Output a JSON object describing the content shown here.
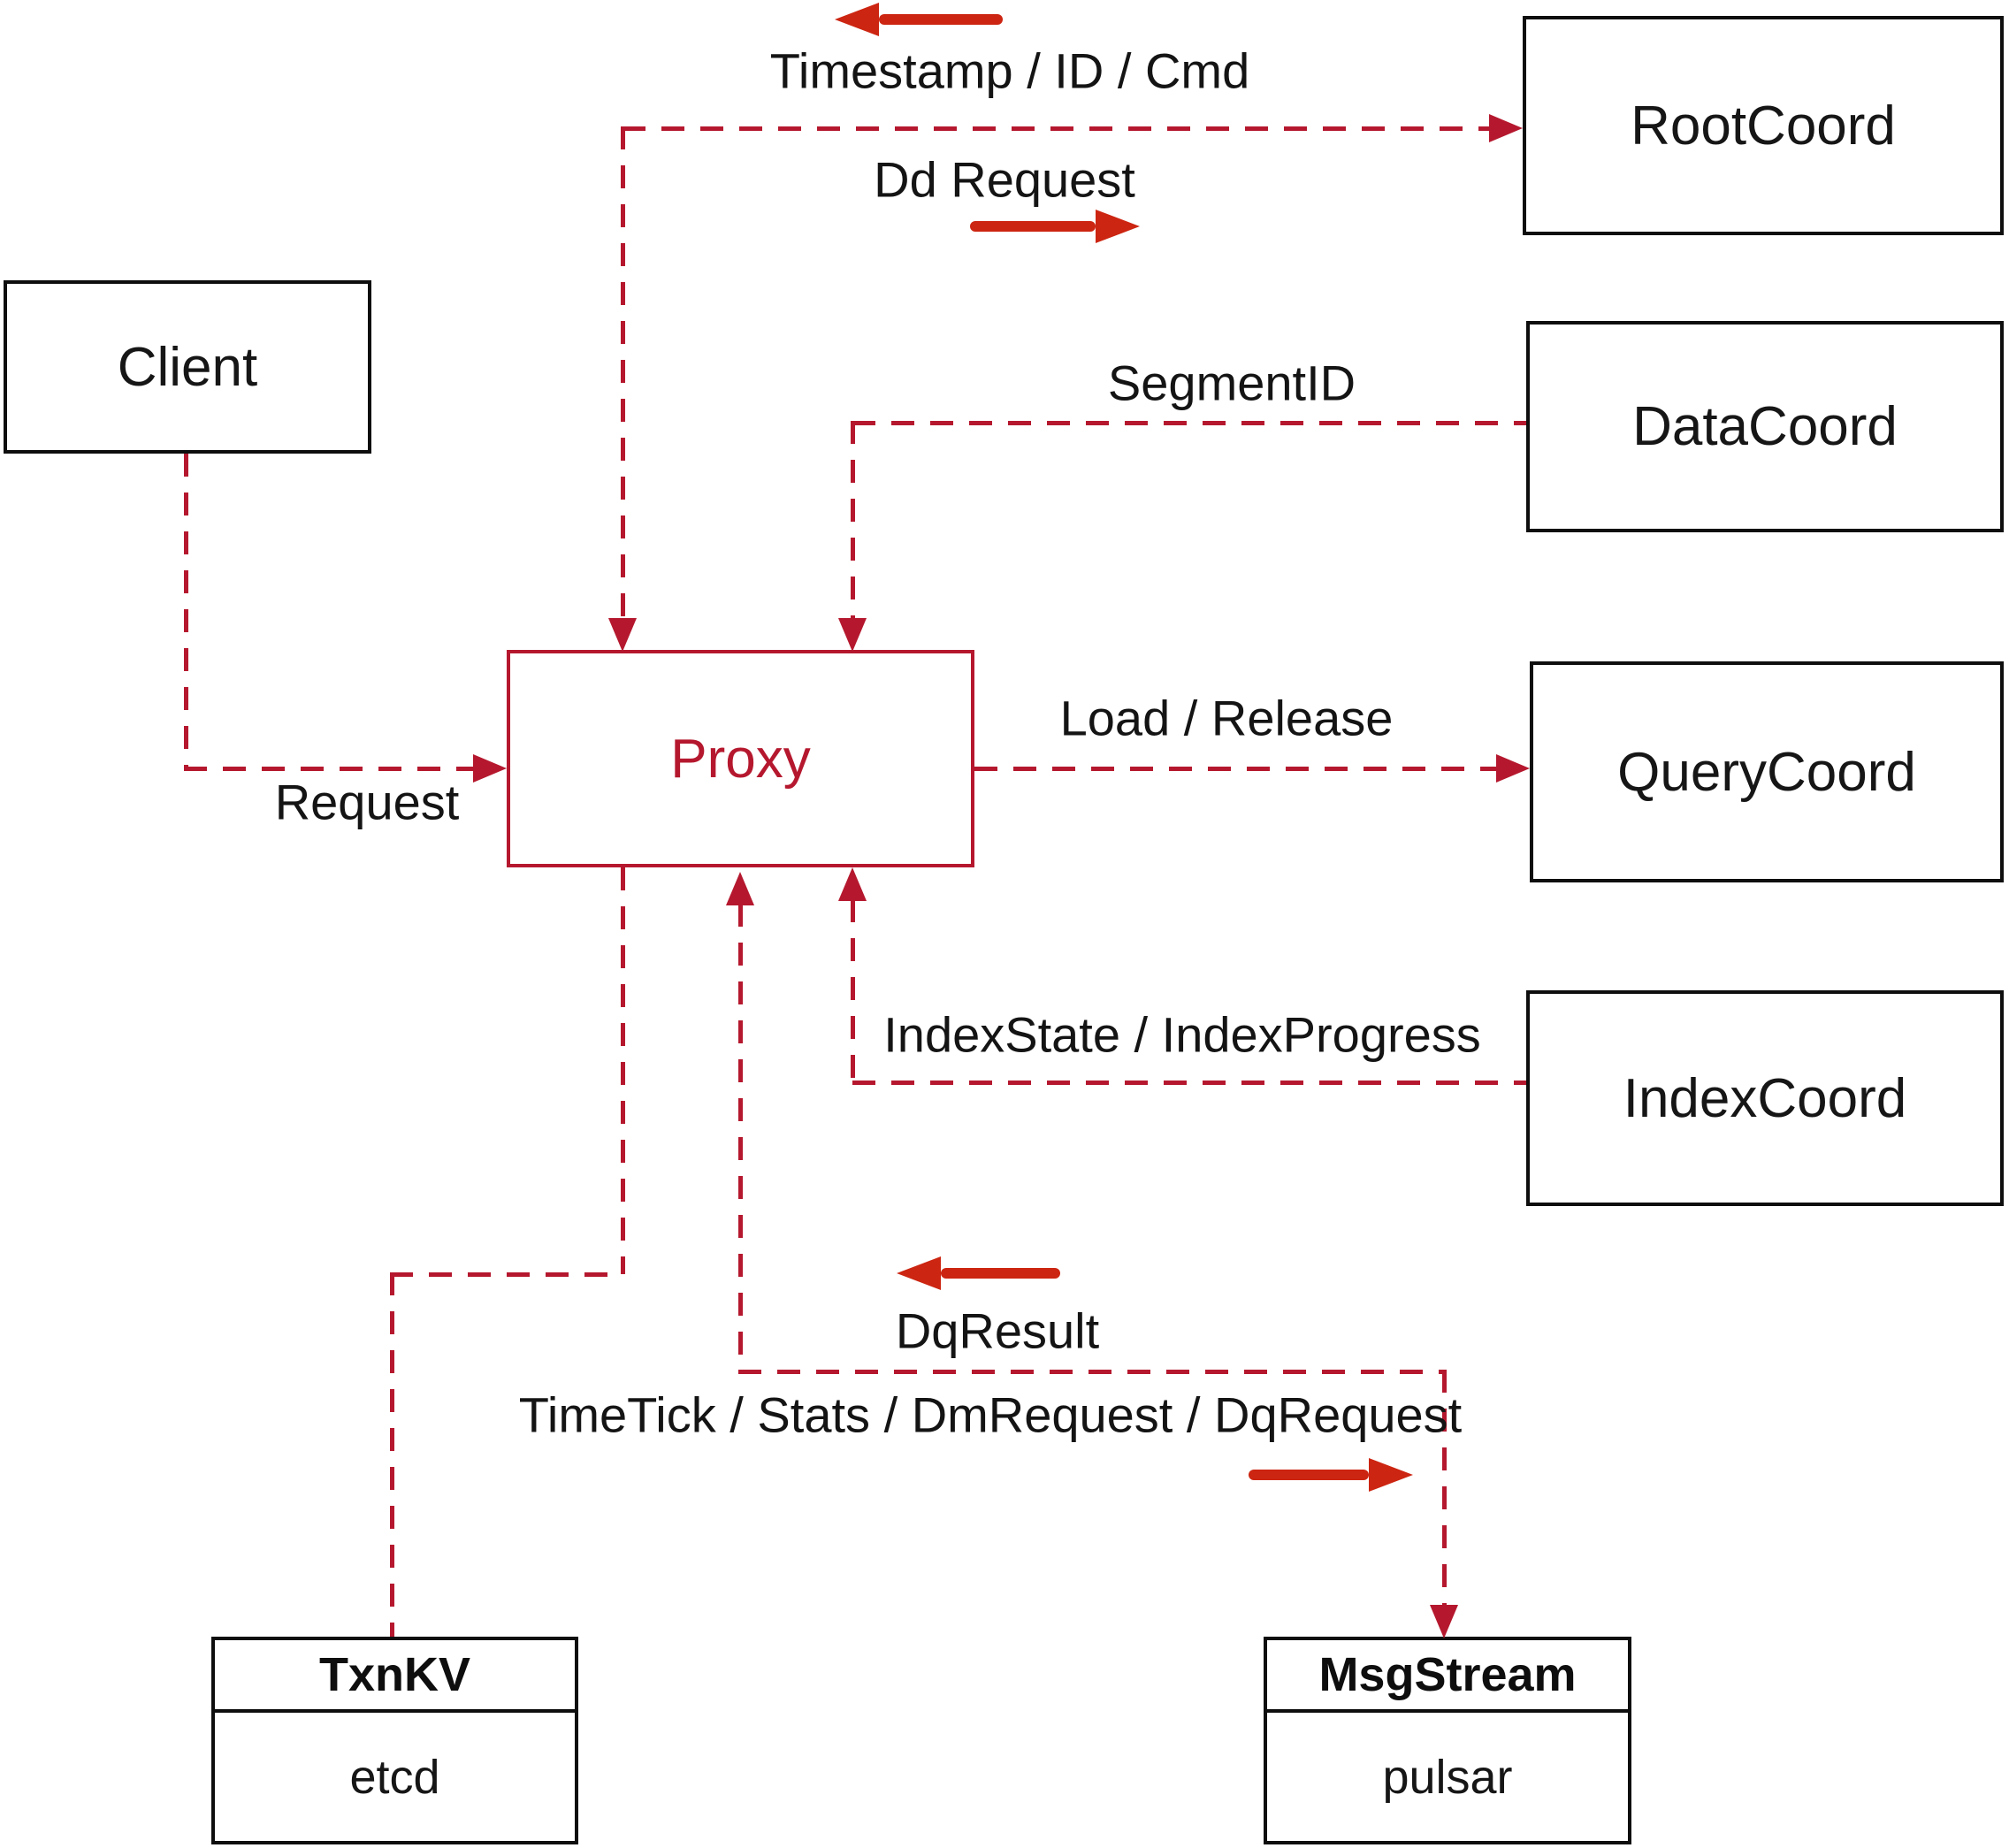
{
  "diagram": {
    "nodes": {
      "client": {
        "label": "Client"
      },
      "root_coord": {
        "label": "RootCoord"
      },
      "data_coord": {
        "label": "DataCoord"
      },
      "query_coord": {
        "label": "QueryCoord"
      },
      "index_coord": {
        "label": "IndexCoord"
      },
      "proxy": {
        "label": "Proxy"
      },
      "txn_kv": {
        "title": "TxnKV",
        "implementation": "etcd"
      },
      "msg_stream": {
        "title": "MsgStream",
        "implementation": "pulsar"
      }
    },
    "edge_labels": {
      "timestamp_id_cmd": "Timestamp / ID / Cmd",
      "dd_request": "Dd Request",
      "segment_id": "SegmentID",
      "load_release": "Load / Release",
      "index_state_progress": "IndexState / IndexProgress",
      "request": "Request",
      "dq_result": "DqResult",
      "timetick_stats": "TimeTick / Stats / DmRequest / DqRequest"
    },
    "edges": [
      {
        "from": "client",
        "to": "proxy",
        "label": "Request",
        "style": "dashed",
        "arrow": "into-proxy"
      },
      {
        "from": "proxy",
        "to": "root_coord",
        "labels": [
          "Timestamp / ID / Cmd",
          "Dd Request"
        ],
        "style": "dashed",
        "arrow": "both-ends"
      },
      {
        "from": "data_coord",
        "to": "proxy",
        "label": "SegmentID",
        "style": "dashed",
        "arrow": "into-proxy"
      },
      {
        "from": "proxy",
        "to": "query_coord",
        "label": "Load / Release",
        "style": "dashed",
        "arrow": "into-querycoord"
      },
      {
        "from": "index_coord",
        "to": "proxy",
        "label": "IndexState / IndexProgress",
        "style": "dashed",
        "arrow": "into-proxy"
      },
      {
        "from": "proxy",
        "to": "txn_kv",
        "label": "",
        "style": "dashed",
        "arrow": "none"
      },
      {
        "from": "proxy",
        "to": "msg_stream",
        "labels": [
          "DqResult",
          "TimeTick / Stats / DmRequest / DqRequest"
        ],
        "style": "dashed",
        "arrow": "both-ends"
      }
    ],
    "colors": {
      "dashed_edge": "#b5182e",
      "solid_arrow": "#cc2511",
      "proxy_accent": "#b5182e",
      "node_border": "#000000",
      "label_text": "#141414",
      "background": "#ffffff"
    }
  }
}
